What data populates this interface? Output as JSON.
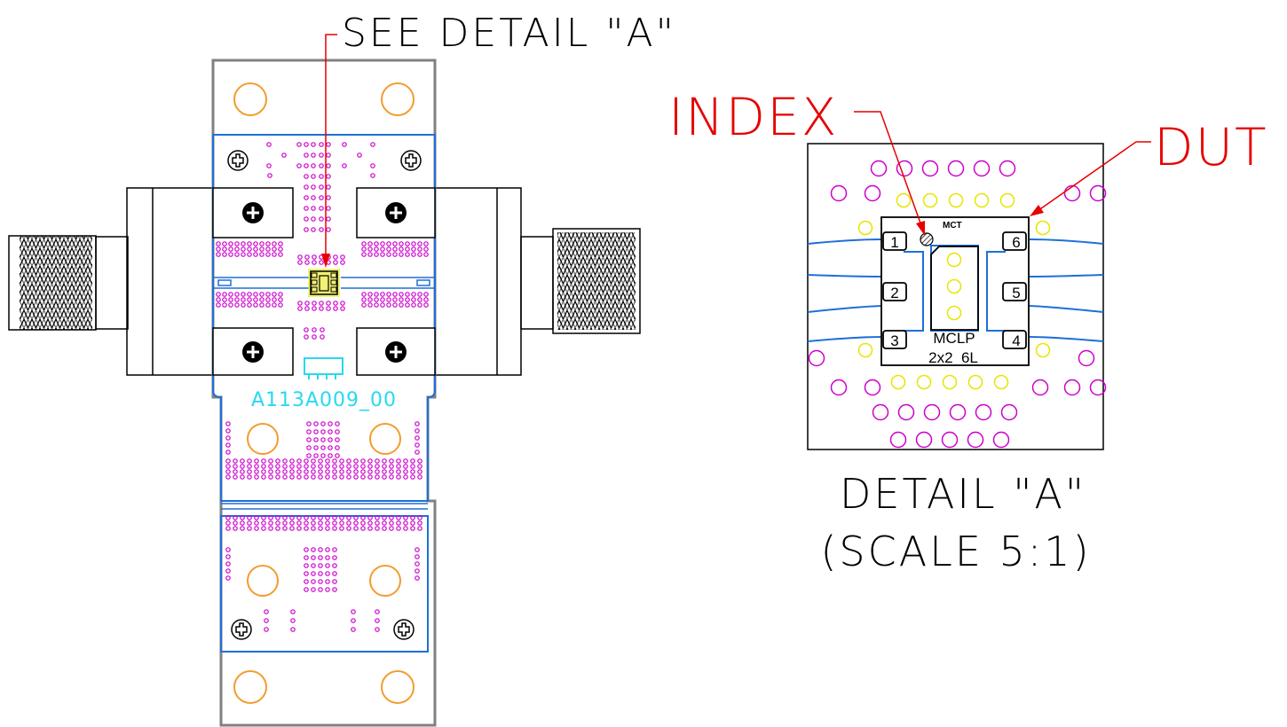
{
  "callouts": {
    "see_detail": "SEE DETAIL \"A\"",
    "index": "INDEX",
    "dut": "DUT"
  },
  "board": {
    "part_number": "A113A009_00"
  },
  "detail": {
    "marking": "MCT",
    "package_line1": "MCLP",
    "package_line2": "2x2  6L",
    "pins": [
      "1",
      "2",
      "3",
      "4",
      "5",
      "6"
    ],
    "caption": "DETAIL \"A\"",
    "scale": "(SCALE 5:1)"
  },
  "colors": {
    "outline": "#808080",
    "trace": "#1e6fd9",
    "via": "#cc00cc",
    "pad_hole": "#f39c2e",
    "yellow_via": "#e8e800",
    "label_cyan": "#27d9f0",
    "callout_red": "#e60000"
  }
}
